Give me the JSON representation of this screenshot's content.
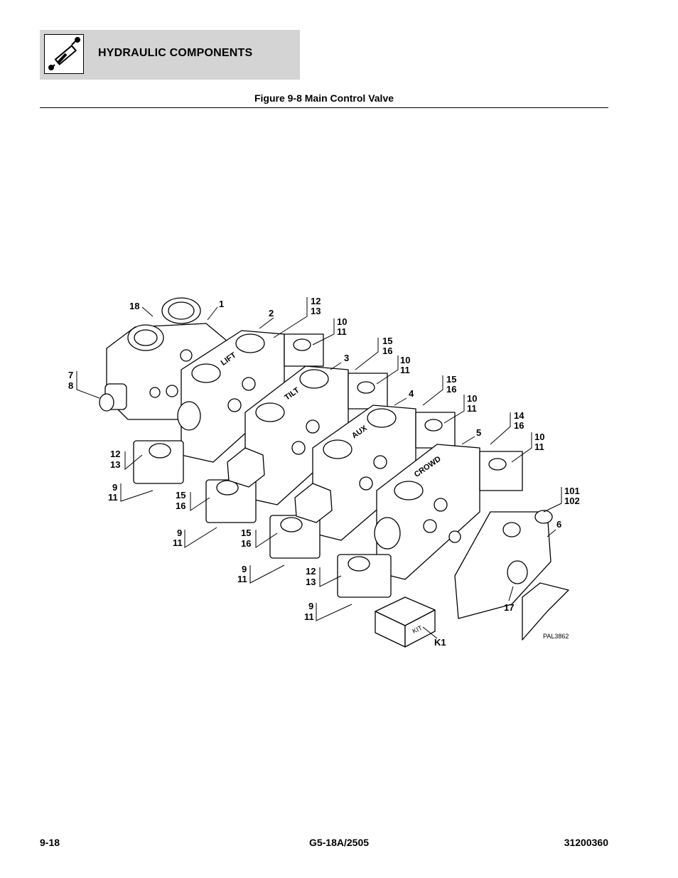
{
  "header": {
    "title": "HYDRAULIC COMPONENTS",
    "icon": "hydraulic-cylinder-icon"
  },
  "figure": {
    "title": "Figure 9-8 Main Control Valve",
    "drawing_ref": "PAL3862",
    "section_labels": [
      "LIFT",
      "TILT",
      "AUX",
      "CROWD"
    ],
    "kit_label": "KIT",
    "callouts": {
      "c18": "18",
      "c1": "1",
      "c2": "2",
      "c12a": "12",
      "c13a": "13",
      "c10a": "10",
      "c11a": "11",
      "c3": "3",
      "c15a": "15",
      "c16a": "16",
      "c10b": "10",
      "c11b": "11",
      "c4": "4",
      "c15b": "15",
      "c16b": "16",
      "c10c": "10",
      "c11c": "11",
      "c5": "5",
      "c14": "14",
      "c16c": "16",
      "c10d": "10",
      "c11d": "11",
      "c101": "101",
      "c102": "102",
      "c6": "6",
      "c7": "7",
      "c8": "8",
      "c12b": "12",
      "c13b": "13",
      "c9a": "9",
      "c11e": "11",
      "c15c": "15",
      "c16d": "16",
      "c9b": "9",
      "c11f": "11",
      "c15d": "15",
      "c16e": "16",
      "c9c": "9",
      "c11g": "11",
      "c12c": "12",
      "c13c": "13",
      "c9d": "9",
      "c11h": "11",
      "c17": "17",
      "cK1": "K1"
    }
  },
  "footer": {
    "page": "9-18",
    "model": "G5-18A/2505",
    "doc_number": "31200360"
  }
}
